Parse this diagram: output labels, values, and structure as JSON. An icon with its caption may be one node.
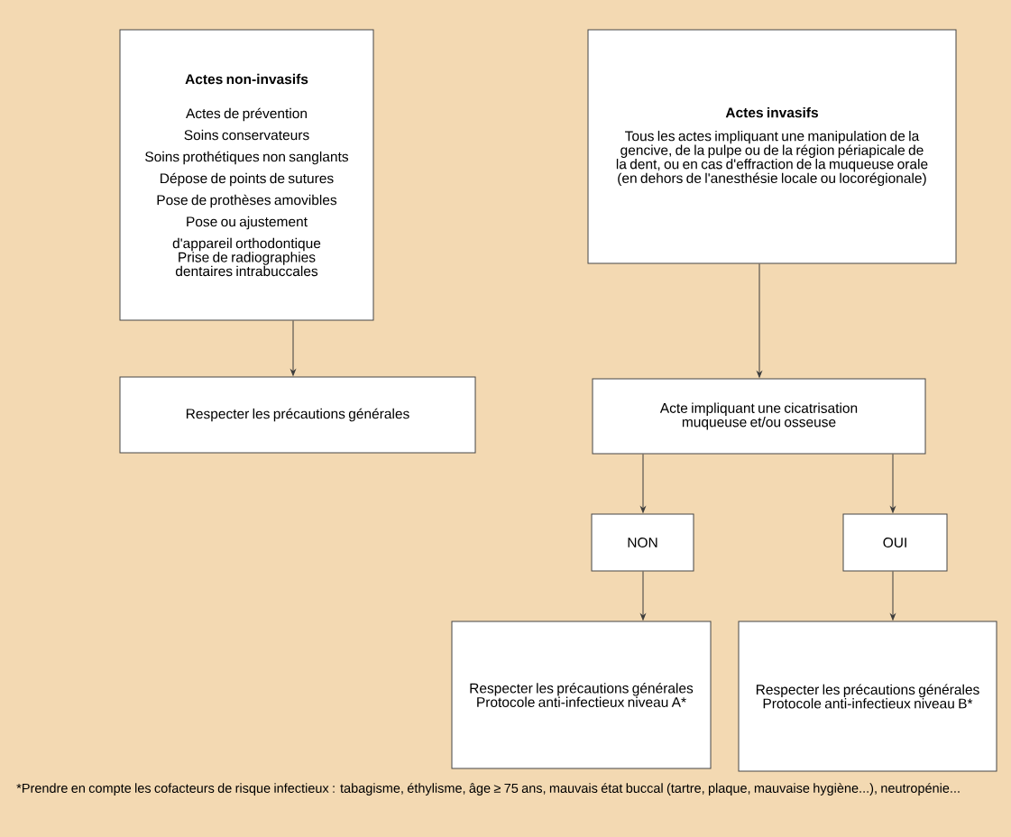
{
  "diagram": {
    "nodes": [
      {
        "text": [
          "Actes non-invasifs",
          "Actes de prévention",
          "Soins conservateurs",
          "Soins prothétiques non sanglants",
          "Dépose de points de sutures",
          "Pose de prothèses amovibles",
          "Pose ou ajustement d'appareil orthodontique",
          "Prise de radiographies dentaires intrabuccales"
        ]
      },
      {
        "text": [
          "Actes invasifs",
          "Tous les actes impliquant une manipulation de la gencive, de la pulpe ou de la région périapicale de la dent, ou en cas d'effraction de la muqueuse orale (en dehors de l'anesthésie locale ou locorégionale)"
        ]
      },
      {
        "text": [
          "Respecter les précautions générales"
        ]
      },
      {
        "text": [
          "Acte impliquant une cicatrisation muqueuse et/ou osseuse"
        ]
      },
      {
        "text": [
          "NON"
        ]
      },
      {
        "text": [
          "OUI"
        ]
      },
      {
        "text": [
          "Respecter les précautions générales",
          "Protocole anti-infectieux niveau A*"
        ]
      },
      {
        "text": [
          "Respecter les précautions générales",
          "Protocole anti-infectieux niveau B*"
        ]
      }
    ],
    "edges": [
      {
        "from": 0,
        "to": 2,
        "arrow": "to"
      },
      {
        "from": 1,
        "to": 3,
        "arrow": "to"
      },
      {
        "from": 3,
        "to": 4,
        "arrow": "to"
      },
      {
        "from": 3,
        "to": 5,
        "arrow": "to"
      },
      {
        "from": 4,
        "to": 6,
        "arrow": "to"
      },
      {
        "from": 5,
        "to": 7,
        "arrow": "to"
      }
    ],
    "labels": [
      "*Prendre en compte les cofacteurs de risque infectieux : tabagisme, éthylisme, âge ≥ 75 ans, mauvais état buccal (tartre, plaque, mauvaise hygiène...), neutropénie..."
    ]
  }
}
